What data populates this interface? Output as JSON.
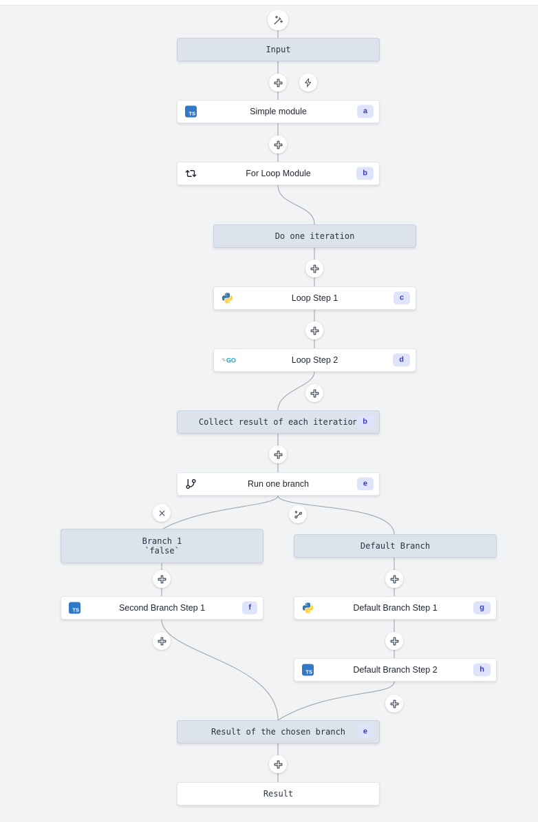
{
  "app": {
    "name": "workflow-editor-canvas"
  },
  "colors": {
    "canvas_bg": "#f1f3f5",
    "virtual_node_bg": "#dce3ec",
    "virtual_node_border": "#c8d1dc",
    "module_node_bg": "#ffffff",
    "badge_bg": "#e0e4fb",
    "badge_text": "#3b3bb3",
    "edge": "#a0a6ae",
    "typescript_icon_bg": "#3178c6",
    "python_blue": "#3776ab",
    "python_yellow": "#ffd343",
    "go_color": "#00acd7",
    "icon_stroke": "#3d4656"
  },
  "icons": {
    "wand": "wand-sparkles",
    "plus": "add-step",
    "lightning": "trigger",
    "x": "remove-branch",
    "branch_plus": "add-branch",
    "typescript_label": "TS",
    "go_label": "GO",
    "loop": "repeat-arrows",
    "git_branch": "git-branch",
    "python": "python-logo"
  },
  "nodes": [
    {
      "id": "input",
      "label": "Input",
      "kind": "virtual"
    },
    {
      "id": "simple-module",
      "label": "Simple module",
      "badge": "a",
      "icon": "typescript-icon"
    },
    {
      "id": "for-loop-module",
      "label": "For Loop Module",
      "badge": "b",
      "icon": "loop-icon"
    },
    {
      "id": "do-one-iteration",
      "label": "Do one iteration",
      "kind": "virtual"
    },
    {
      "id": "loop-step-1",
      "label": "Loop Step 1",
      "badge": "c",
      "icon": "python-icon"
    },
    {
      "id": "loop-step-2",
      "label": "Loop Step 2",
      "badge": "d",
      "icon": "go-icon"
    },
    {
      "id": "collect-result",
      "label": "Collect result of each iteration",
      "badge": "b",
      "kind": "virtual"
    },
    {
      "id": "run-one-branch",
      "label": "Run one branch",
      "badge": "e",
      "icon": "git-branch-icon"
    },
    {
      "id": "branch-1",
      "label": "Branch 1",
      "sublabel": "`false`",
      "kind": "virtual"
    },
    {
      "id": "second-branch-step-1",
      "label": "Second Branch Step 1",
      "badge": "f",
      "icon": "typescript-icon"
    },
    {
      "id": "default-branch",
      "label": "Default Branch",
      "kind": "virtual"
    },
    {
      "id": "default-branch-step-1",
      "label": "Default Branch Step 1",
      "badge": "g",
      "icon": "python-icon"
    },
    {
      "id": "default-branch-step-2",
      "label": "Default Branch Step 2",
      "badge": "h",
      "icon": "typescript-icon"
    },
    {
      "id": "result-of-chosen-branch",
      "label": "Result of the chosen branch",
      "badge": "e",
      "kind": "virtual"
    },
    {
      "id": "result",
      "label": "Result",
      "kind": "virtual-white"
    }
  ]
}
